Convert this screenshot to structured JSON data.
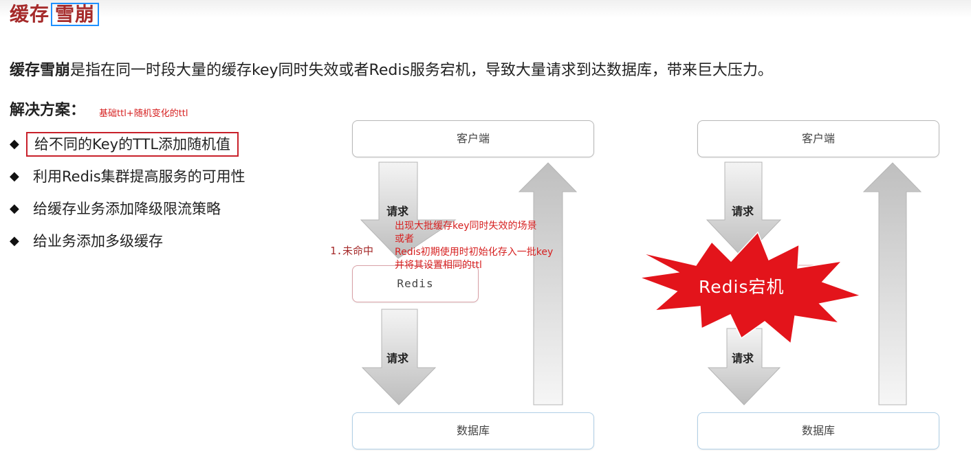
{
  "title": {
    "prefix": "缓存",
    "highlight": "雪崩"
  },
  "definition": {
    "term": "缓存雪崩",
    "text": "是指在同一时段大量的缓存key同时失效或者Redis服务宕机，导致大量请求到达数据库，带来巨大压力。"
  },
  "solution": {
    "heading": "解决方案：",
    "note": "基础ttl+随机变化的ttl",
    "items": [
      {
        "text": "给不同的Key的TTL添加随机值",
        "boxed": true
      },
      {
        "text": "利用Redis集群提高服务的可用性"
      },
      {
        "text": "给缓存业务添加降级限流策略"
      },
      {
        "text": "给业务添加多级缓存"
      }
    ]
  },
  "diagram_left": {
    "client": "客户端",
    "request_top": "请求",
    "miss": "1.未命中",
    "redis": "Redis",
    "request_bottom": "请求",
    "database": "数据库",
    "note_lines": [
      "出现大批缓存key同时失效的场景",
      "或者",
      "Redis初期使用时初始化存入一批key",
      "并将其设置相同的ttl"
    ]
  },
  "diagram_right": {
    "client": "客户端",
    "request_top": "请求",
    "burst": "Redis宕机",
    "request_bottom": "请求",
    "database": "数据库"
  },
  "colors": {
    "title": "#a52a2a",
    "title_box": "#1e90ff",
    "note_red": "#d62020",
    "arrow_fill": "#cfcfcf",
    "burst_fill": "#e3141b"
  }
}
